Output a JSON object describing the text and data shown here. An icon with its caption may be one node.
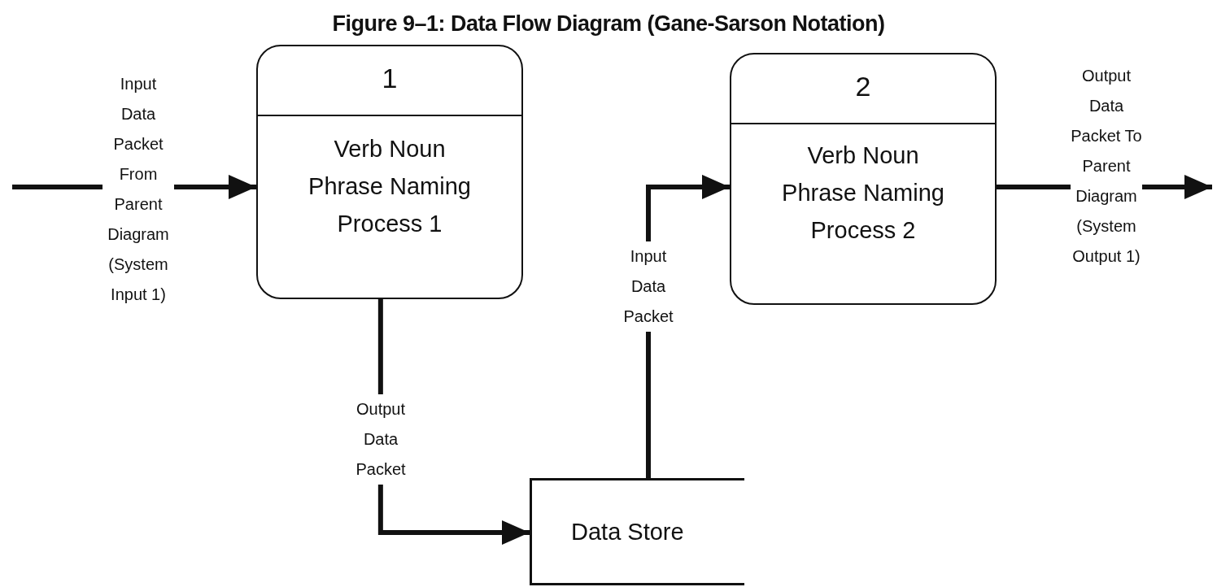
{
  "diagram": {
    "title": "Figure 9–1: Data Flow Diagram (Gane-Sarson Notation)",
    "nodes": [
      {
        "text": [
          "1",
          "Verb Noun Phrase Naming Process 1"
        ]
      },
      {
        "text": [
          "2",
          "Verb Noun Phrase Naming Process 2"
        ]
      },
      {
        "text": [
          "Data Store"
        ]
      }
    ],
    "edges": [
      {
        "from": null,
        "to": 0,
        "arrow": "to",
        "label": "Input Data Packet From Parent Diagram (System Input 1)"
      },
      {
        "from": 0,
        "to": 2,
        "arrow": "to",
        "label": "Output Data Packet"
      },
      {
        "from": 2,
        "to": 1,
        "arrow": "to",
        "label": "Input Data Packet"
      },
      {
        "from": 1,
        "to": null,
        "arrow": "to",
        "label": "Output Data Packet To Parent Diagram (System Output 1)"
      }
    ]
  }
}
